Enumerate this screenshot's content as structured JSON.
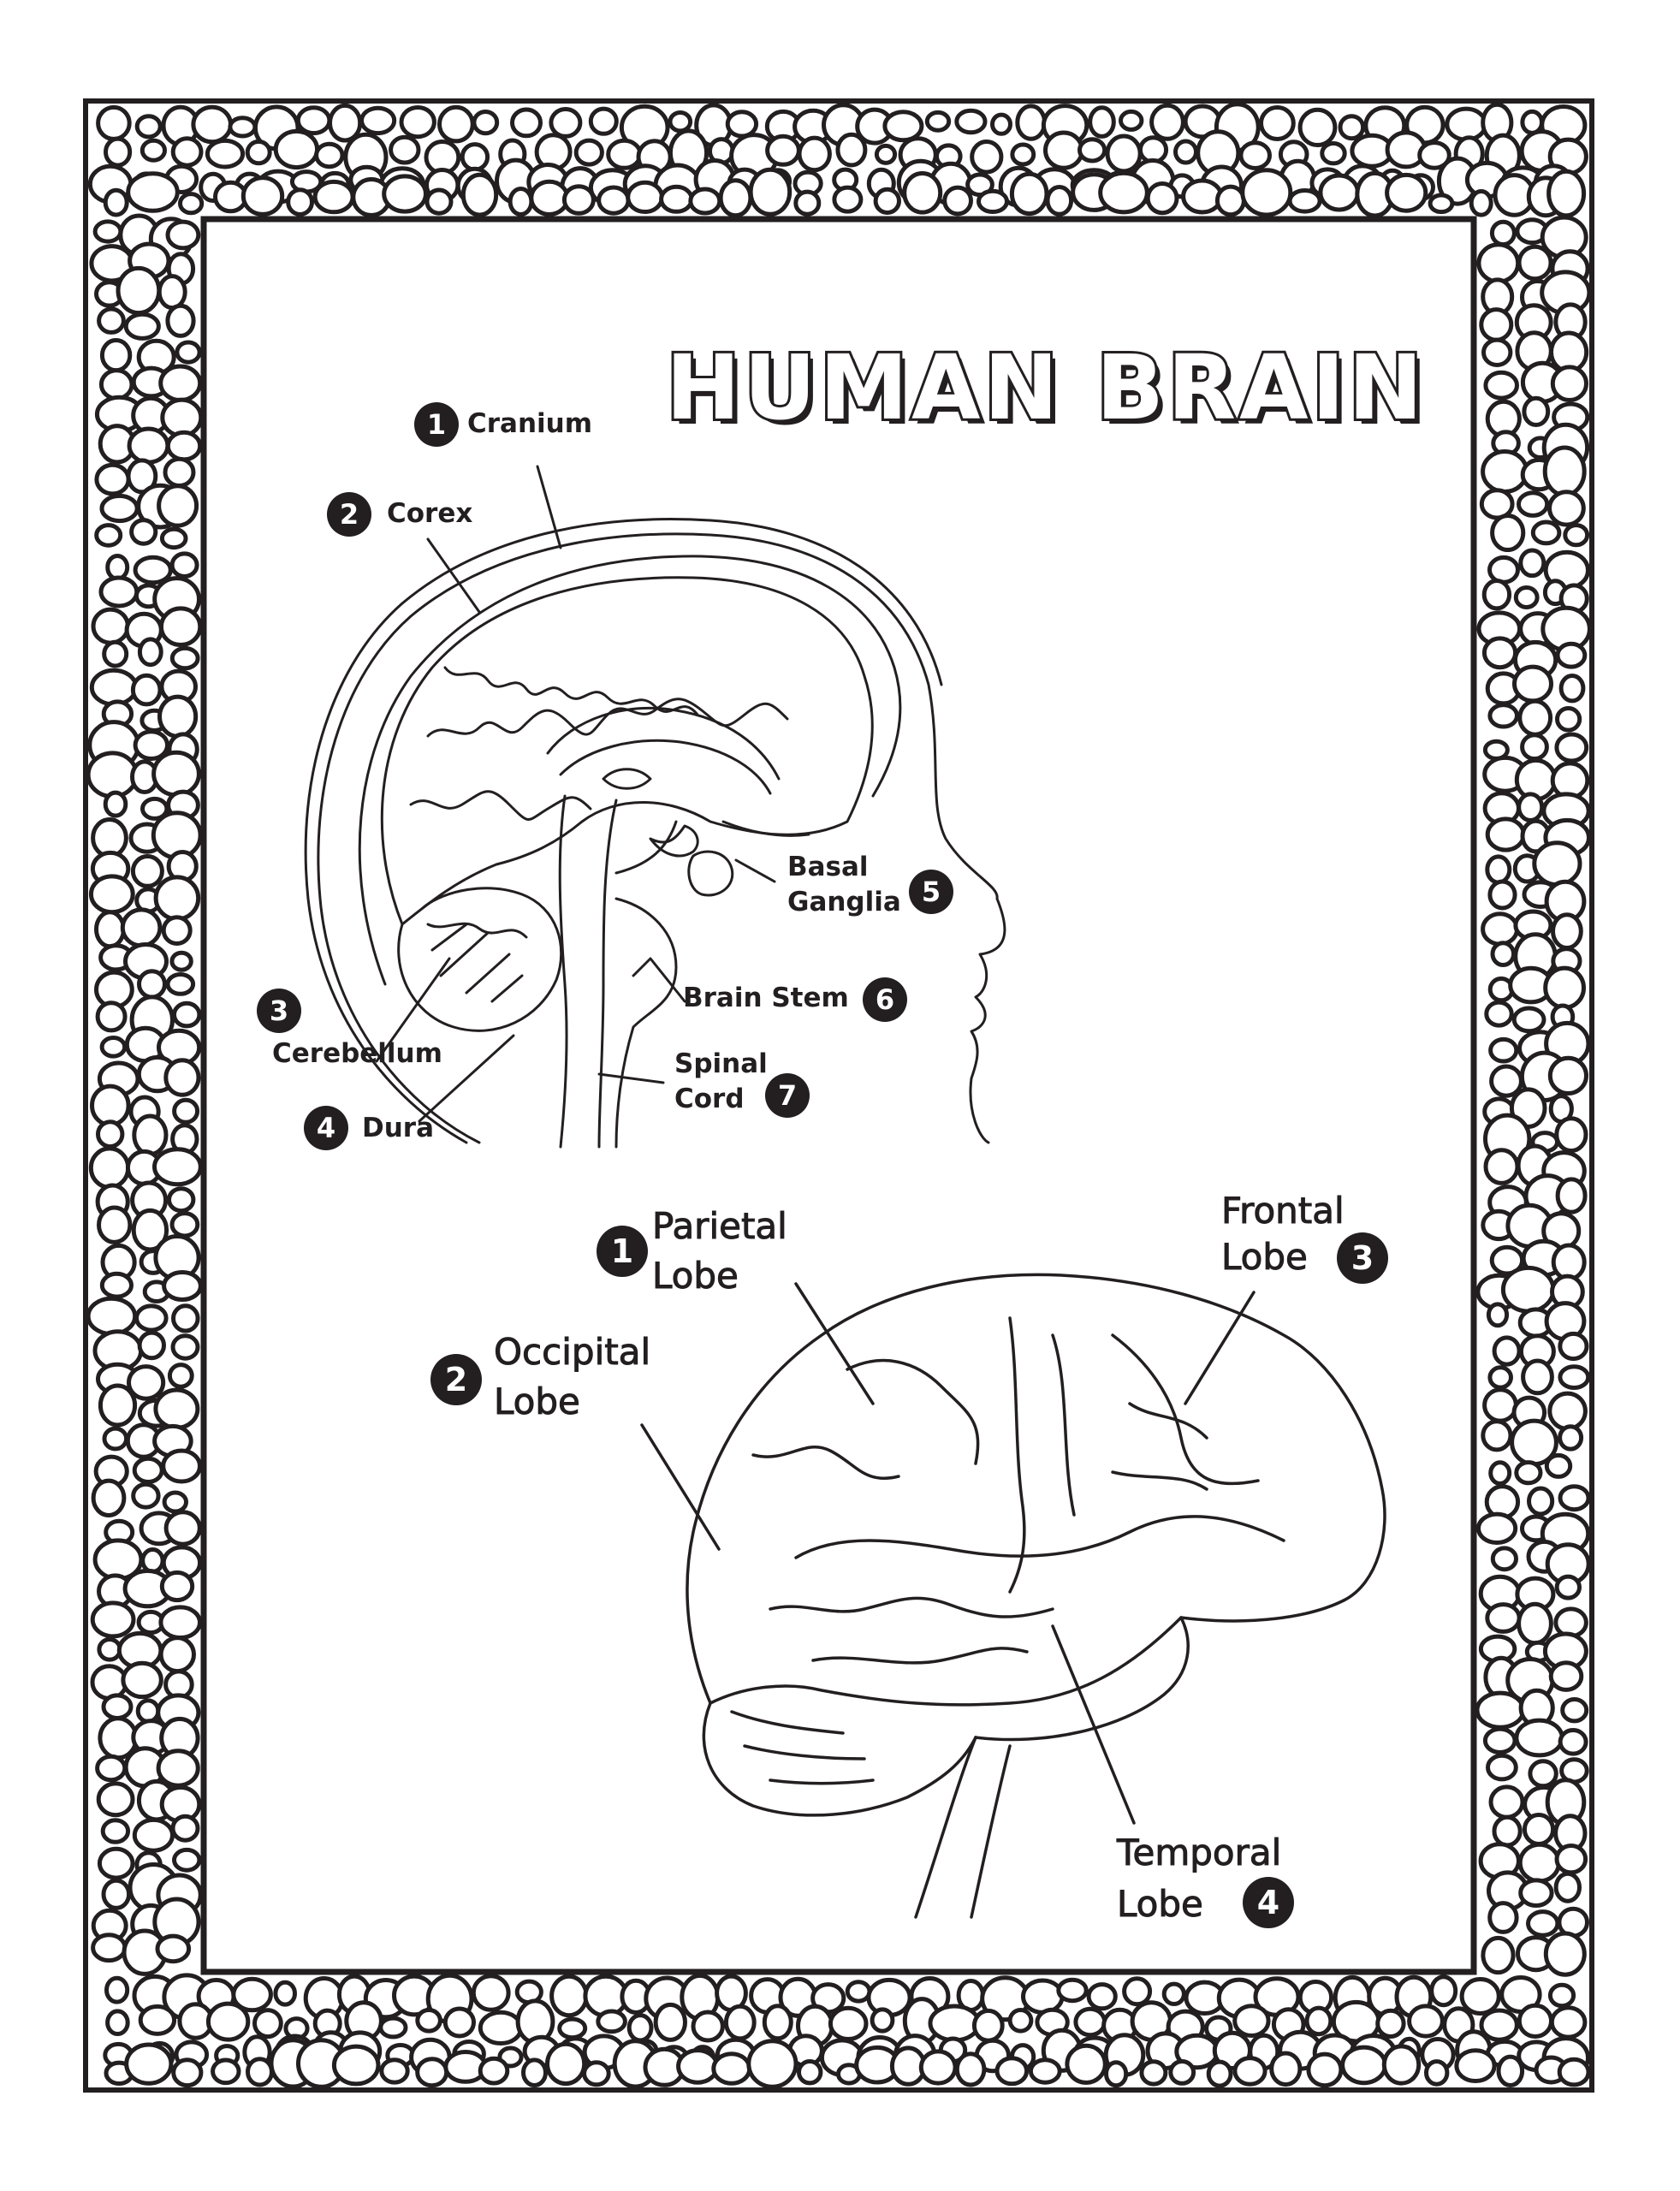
{
  "title": "HUMAN BRAIN",
  "section_view": {
    "labels": [
      {
        "num": "1",
        "text": "Cranium"
      },
      {
        "num": "2",
        "text": "Corex"
      },
      {
        "num": "3",
        "text": "Cerebellum"
      },
      {
        "num": "4",
        "text": "Dura"
      },
      {
        "num": "5",
        "line1": "Basal",
        "line2": "Ganglia"
      },
      {
        "num": "6",
        "text": "Brain Stem"
      },
      {
        "num": "7",
        "line1": "Spinal",
        "line2": "Cord"
      }
    ]
  },
  "lobe_view": {
    "labels": [
      {
        "num": "1",
        "line1": "Parietal",
        "line2": "Lobe"
      },
      {
        "num": "2",
        "line1": "Occipital",
        "line2": "Lobe"
      },
      {
        "num": "3",
        "line1": "Frontal",
        "line2": "Lobe"
      },
      {
        "num": "4",
        "line1": "Temporal",
        "line2": "Lobe"
      }
    ]
  },
  "colors": {
    "ink": "#231f20",
    "paper": "#ffffff"
  }
}
